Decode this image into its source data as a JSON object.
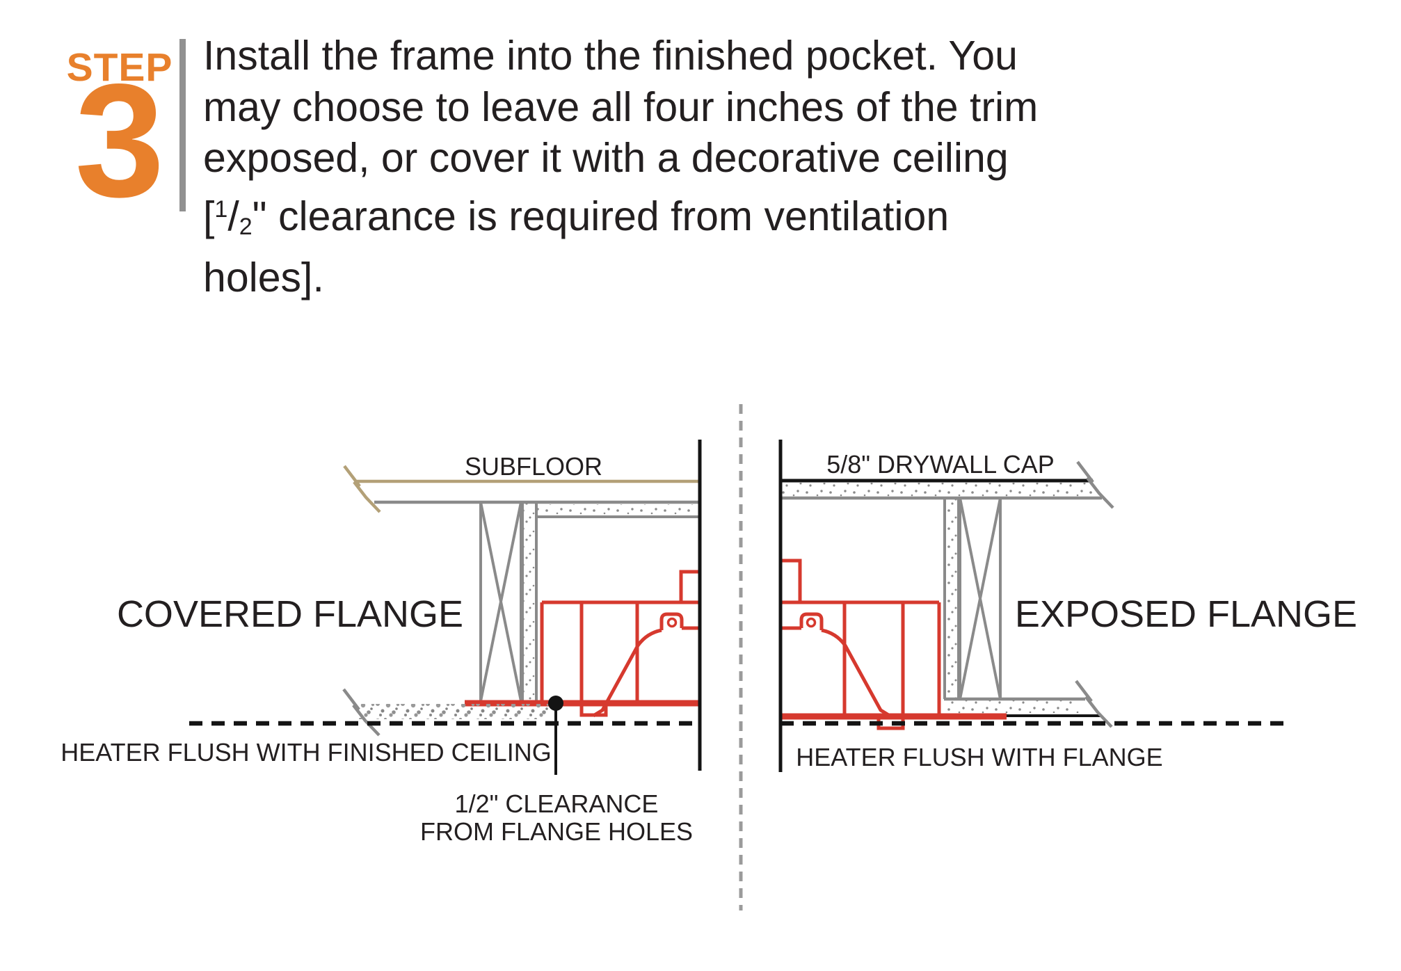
{
  "step": {
    "label": "STEP",
    "number": "3"
  },
  "instruction": {
    "lines": [
      {
        "text": "Install the frame into the finished pocket. You"
      },
      {
        "text": "may choose to leave all four inches of the trim"
      },
      {
        "text": "exposed, or cover it with a decorative ceiling"
      },
      {
        "pre": "[",
        "sup": "1",
        "slash": "/",
        "sub": "2",
        "post": "\" clearance is required from ventilation"
      },
      {
        "text": "holes]."
      }
    ]
  },
  "colors": {
    "accent_orange": "#E8802C",
    "heater_red": "#D6392E",
    "subfloor_tan": "#B3A077",
    "structure_gray": "#8A8A8A",
    "text_black": "#231F20",
    "divider_gray": "#919191"
  },
  "diagram": {
    "left": {
      "title": "COVERED FLANGE",
      "subfloor_label": "SUBFLOOR",
      "bottom_label": "HEATER FLUSH WITH FINISHED CEILING",
      "clearance_line1": "1/2\" CLEARANCE",
      "clearance_line2": "FROM FLANGE HOLES"
    },
    "right": {
      "title": "EXPOSED FLANGE",
      "cap_label": "5/8\" DRYWALL CAP",
      "bottom_label": "HEATER FLUSH WITH FLANGE"
    }
  }
}
